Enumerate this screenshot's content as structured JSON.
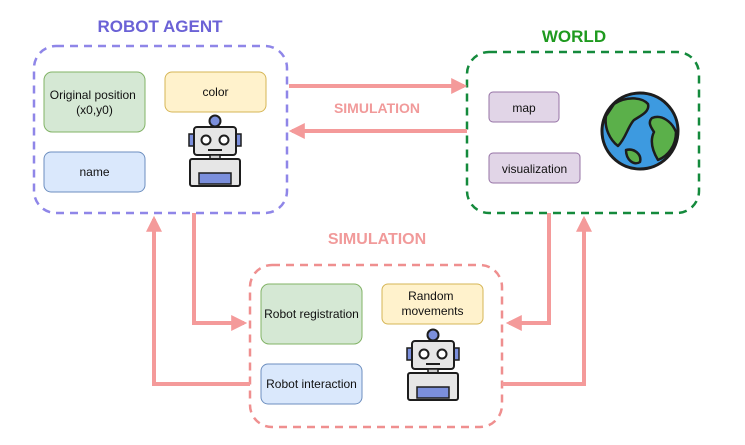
{
  "robot_agent": {
    "title": "ROBOT AGENT",
    "original_position_line1": "Original position",
    "original_position_line2": "(x0,y0)",
    "color_label": "color",
    "name_label": "name"
  },
  "world": {
    "title": "WORLD",
    "map_label": "map",
    "visualization_label": "visualization"
  },
  "link_label": "SIMULATION",
  "simulation": {
    "title": "SIMULATION",
    "robot_registration_label": "Robot registration",
    "random_movements_line1": "Random",
    "random_movements_line2": "movements",
    "robot_interaction_label": "Robot interaction"
  },
  "colors": {
    "robot_agent_border": "#8f86e8",
    "robot_agent_title": "#6b62d6",
    "world_border": "#148a3c",
    "world_title": "#1f9a1f",
    "simulation_border": "#ef8f8f",
    "simulation_title": "#f19a9a",
    "arrow": "#f49a9a",
    "green_fill": "#d5e8d4",
    "green_stroke": "#82b366",
    "yellow_fill": "#fff2cc",
    "yellow_stroke": "#d6b656",
    "blue_fill": "#dae8fc",
    "blue_stroke": "#6c8ebf",
    "purple_fill": "#e1d5e7",
    "purple_stroke": "#9673a6"
  },
  "icons": [
    "robot-icon",
    "robot-icon",
    "earth-globe-icon"
  ]
}
